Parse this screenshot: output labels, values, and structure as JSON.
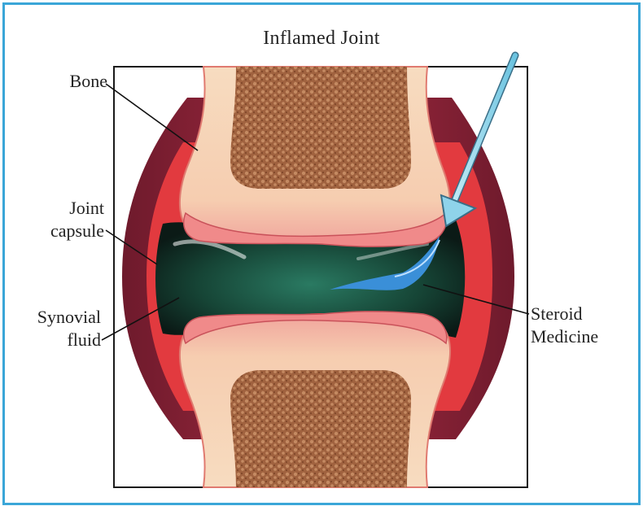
{
  "title": "Inflamed Joint",
  "labels": {
    "bone": "Bone",
    "joint_capsule_line1": "Joint",
    "joint_capsule_line2": "capsule",
    "synovial_fluid_line1": "Synovial",
    "synovial_fluid_line2": "fluid",
    "steroid_line1": "Steroid",
    "steroid_line2": "Medicine"
  },
  "colors": {
    "frame_border": "#3aa6d8",
    "bone": "#f6d6b8",
    "marrow": "#9c5b3b",
    "capsule_outer": "#8b2138",
    "capsule_inner": "#e8343a",
    "cartilage": "#f08a8a",
    "fluid": "#1f5a4a",
    "steroid": "#3a8fd8",
    "needle": "#8fd3ea"
  }
}
